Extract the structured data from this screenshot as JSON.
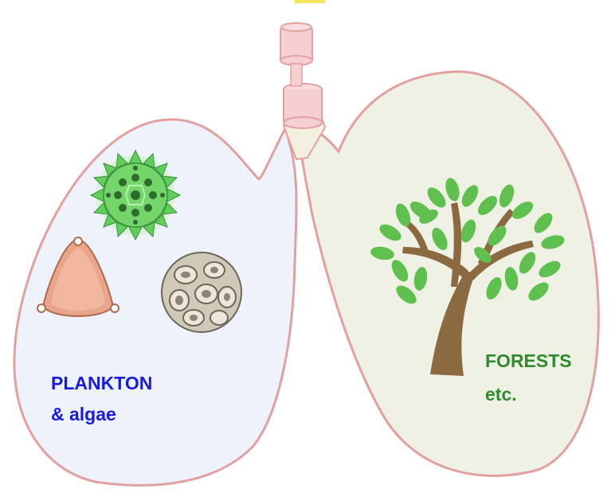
{
  "labels": {
    "left_line1": "PLANKTON",
    "left_line2": "& algae",
    "right_line1": "FORESTS",
    "right_line2": "etc."
  },
  "colors": {
    "left_label": "#1a1ae6",
    "right_label": "#2e8b2e",
    "left_lung_fill": "#eef3fb",
    "right_lung_fill": "#eef1e4",
    "outline": "#e2a0a0",
    "trachea_fill": "#f6cfd2",
    "trachea_top": "#f2e45a",
    "leaf_green": "#5fbf4f",
    "trunk_brown": "#8b6a42"
  },
  "icons": [
    "pollen-green-icon",
    "pollen-pink-icon",
    "pollen-gray-icon",
    "tree-icon"
  ]
}
